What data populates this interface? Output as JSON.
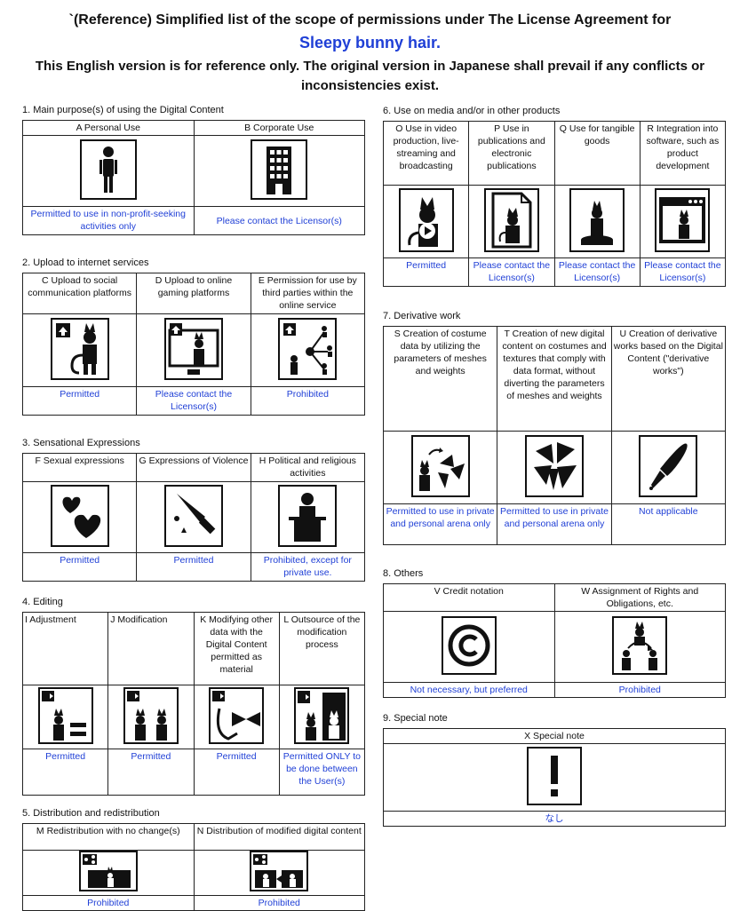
{
  "header": {
    "line1": "`(Reference) Simplified list of the scope of permissions under The License Agreement for",
    "product": "Sleepy bunny hair.",
    "line3": "This English version is for reference only. The original version in Japanese shall prevail if any conflicts or inconsistencies exist."
  },
  "s1": {
    "title": "1. Main purpose(s) of using the Digital Content",
    "items": [
      {
        "label": "A Personal Use",
        "status": "Permitted to use in non-profit-seeking activities only"
      },
      {
        "label": "B Corporate Use",
        "status": "Please contact the Licensor(s)"
      }
    ]
  },
  "s2": {
    "title": "2. Upload to internet services",
    "items": [
      {
        "label": "C Upload to social communication platforms",
        "status": "Permitted"
      },
      {
        "label": "D Upload to online gaming platforms",
        "status": "Please contact the Licensor(s)"
      },
      {
        "label": "E Permission for use by third parties within the online service",
        "status": "Prohibited"
      }
    ]
  },
  "s3": {
    "title": "3. Sensational Expressions",
    "items": [
      {
        "label": "F Sexual expressions",
        "status": "Permitted"
      },
      {
        "label": "G Expressions of Violence",
        "status": "Permitted"
      },
      {
        "label": "H Political and religious activities",
        "status": "Prohibited, except for private use."
      }
    ]
  },
  "s4": {
    "title": "4. Editing",
    "items": [
      {
        "label": "I Adjustment",
        "status": "Permitted"
      },
      {
        "label": "J Modification",
        "status": "Permitted"
      },
      {
        "label": "K Modifying other data with the Digital Content permitted as material",
        "status": "Permitted"
      },
      {
        "label": "L Outsource of the modification process",
        "status": "Permitted ONLY to be done between the User(s)"
      }
    ]
  },
  "s5": {
    "title": "5. Distribution and redistribution",
    "items": [
      {
        "label": "M Redistribution with no change(s)",
        "status": "Prohibited"
      },
      {
        "label": "N Distribution of modified digital content",
        "status": "Prohibited"
      }
    ]
  },
  "s6": {
    "title": "6. Use on media and/or in other products",
    "items": [
      {
        "label": "O Use in video production, live-streaming and broadcasting",
        "status": "Permitted"
      },
      {
        "label": "P Use in publications and electronic publications",
        "status": "Please contact the Licensor(s)"
      },
      {
        "label": "Q Use for tangible goods",
        "status": "Please contact the Licensor(s)"
      },
      {
        "label": "R Integration into software, such as product development",
        "status": "Please contact the Licensor(s)"
      }
    ]
  },
  "s7": {
    "title": "7. Derivative work",
    "items": [
      {
        "label": "S Creation of costume data by utilizing the parameters of meshes and weights",
        "status": "Permitted to use in private and personal arena only"
      },
      {
        "label": "T Creation of new digital content on costumes and textures that comply with data format, without diverting the parameters of meshes and weights",
        "status": "Permitted to use in private and personal arena only"
      },
      {
        "label": "U Creation of derivative works based on the Digital Content (\"derivative works\")",
        "status": "Not applicable"
      }
    ]
  },
  "s8": {
    "title": "8. Others",
    "items": [
      {
        "label": "V Credit notation",
        "status": "Not necessary, but preferred"
      },
      {
        "label": "W Assignment of Rights and Obligations, etc.",
        "status": "Prohibited"
      }
    ]
  },
  "s9": {
    "title": "9. Special note",
    "items": [
      {
        "label": "X Special note",
        "status": "なし"
      }
    ]
  },
  "icons": {
    "A": "person-icon",
    "B": "building-icon",
    "C": "upload-avatar-icon",
    "D": "upload-monitor-icon",
    "E": "share-network-icon",
    "F": "hearts-icon",
    "G": "knife-icon",
    "H": "podium-icon",
    "I": "equals-icon",
    "J": "two-avatars-icon",
    "K": "bow-icon",
    "L": "door-icon",
    "M": "share-folder-icon",
    "N": "share-folder-arrow-icon",
    "O": "video-play-icon",
    "P": "document-icon",
    "Q": "figure-stand-icon",
    "R": "browser-window-icon",
    "S": "cat-pieces-icon",
    "T": "pieces-icon",
    "U": "pen-nib-icon",
    "V": "copyright-icon",
    "W": "transfer-icon",
    "X": "exclamation-icon"
  },
  "colors": {
    "status": "#1f3fd6",
    "title": "#1f3fd6"
  }
}
